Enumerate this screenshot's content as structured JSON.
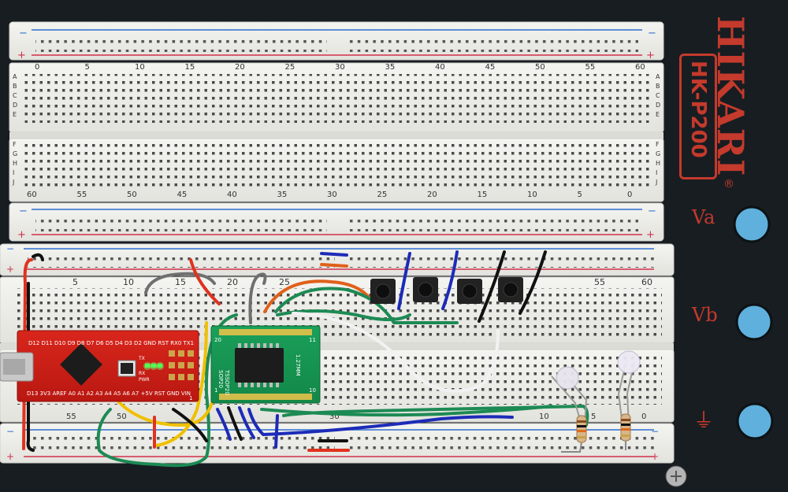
{
  "brand": {
    "name": "HIKARI",
    "model": "HK-P200",
    "registered": "®"
  },
  "posts": [
    {
      "label": "Va"
    },
    {
      "label": "Vb"
    },
    {
      "label": "⏚"
    }
  ],
  "breadboard": {
    "column_numbers_top": [
      "0",
      "5",
      "10",
      "15",
      "20",
      "25",
      "30",
      "35",
      "40",
      "45",
      "50",
      "55",
      "60"
    ],
    "column_numbers_bottom": [
      "60",
      "55",
      "50",
      "45",
      "40",
      "35",
      "30",
      "25",
      "20",
      "15",
      "10",
      "5",
      "0"
    ],
    "row_letters_top": [
      "A",
      "B",
      "C",
      "D",
      "E"
    ],
    "row_letters_bottom": [
      "F",
      "G",
      "H",
      "I",
      "J"
    ],
    "rail_minus": "−",
    "rail_plus": "+"
  },
  "lower_breadboard": {
    "column_numbers": [
      "5",
      "10",
      "15",
      "20",
      "25",
      "55",
      "60"
    ],
    "bottom_numbers": [
      "55",
      "50",
      "30",
      "10",
      "5",
      "0"
    ]
  },
  "arduino": {
    "top_pins": "D12 D11 D10 D9 D8 D7 D6 D5 D4 D3 D2 GND RST RX0 TX1",
    "bottom_pins": "D13 3V3 AREF A0 A1 A2 A3 A4 A5 A6 A7 +5V RST GND VIN",
    "pin_label_1": "1",
    "led_labels": [
      "TX",
      "RX",
      "PWR"
    ]
  },
  "adapter": {
    "label_left": "SOP20",
    "label_mid": "TSSOP20",
    "label_right": "1.27MM",
    "pin_first": "20",
    "pin_10": "10",
    "pin_11": "11",
    "pin_1": "1"
  }
}
